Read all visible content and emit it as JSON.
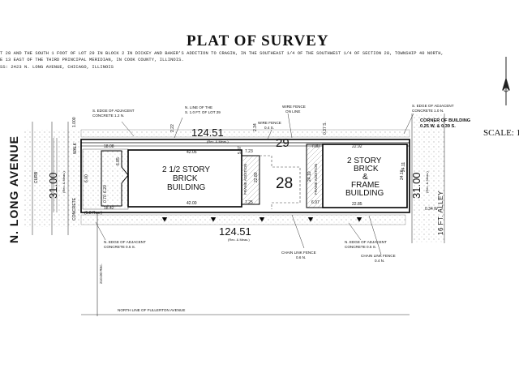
{
  "header": {
    "title": "PLAT OF SURVEY",
    "legal_line1": "T 28 AND THE SOUTH 1 FOOT OF LOT 29 IN BLOCK 2 IN DICKEY AND BAKER'S ADDITION TO CRAGIN, IN THE SOUTHEAST 1/4 OF THE SOUTHWEST 1/4 OF SECTION 28, TOWNSHIP 40 NORTH,",
    "legal_line2": "E 13 EAST OF THE THIRD PRINCIPAL MERIDIAN, IN COOK COUNTY, ILLINOIS.",
    "address_line": "SS: 2423 N. LONG AVENUE, CHICAGO, ILLINOIS"
  },
  "scale_label": "SCALE: 1'",
  "street": {
    "name": "N. LONG AVENUE",
    "curb": "CURB",
    "walk": "WALK",
    "concrete": "CONCRETE"
  },
  "alley": "16 FT. ALLEY",
  "dims": {
    "top_length": "124.51",
    "top_length_note": "(Rec. & Meas.)",
    "bottom_length": "124.51",
    "bottom_length_note": "(Rec. & Meas.)",
    "left_width": "31.00",
    "left_width_note": "(Rec. & Meas.)",
    "right_width": "31.00",
    "right_width_note": "(Rec. & Meas.)",
    "left_offset": "6.00",
    "right_offset": "24.10"
  },
  "lots": {
    "lot29": "29",
    "lot28": "28"
  },
  "callouts": {
    "n_edge_adj_12n": [
      "S. EDGE OF ADJACENT",
      "CONCRETE 1.2 N."
    ],
    "n_line_lot29": [
      "N. LINE OF THE",
      "S. 1.0 FT. OF LOT 29"
    ],
    "wire_fence_line": [
      "WIRE FENCE",
      "ON LINE"
    ],
    "wire_fence_04s": [
      "WIRE FENCE",
      "0.4 S."
    ],
    "edge_adj_10n": [
      "S. EDGE OF ADJACENT",
      "CONCRETE 1.0 N."
    ],
    "corner_bldg": [
      "CORNER OF BUILDING",
      "0.25 W. & 0.39 S."
    ],
    "n_edge_adj_05s": [
      "N. EDGE OF ADJACENT",
      "CONCRETE 0.5 S."
    ],
    "chain_fence_06n": [
      "CHAIN LINK FENCE",
      "0.6 N."
    ],
    "n_edge_adj_05s_right": [
      "N. EDGE OF ADJACENT",
      "CONCRETE 0.5 S."
    ],
    "chain_fence_04n": [
      "CHAIN LINK FENCE",
      "0.4 N."
    ],
    "fullerton": "NORTH LINE OF FULLERTON AVENUE",
    "south_dist": "210.00 Rec.",
    "measures": [
      "2.22",
      "2.34",
      "0.37 S.",
      "0.34 W.",
      "1.000",
      "(1.8 Rec.)"
    ]
  },
  "building1": {
    "label": [
      "2 1/2 STORY",
      "BRICK",
      "BUILDING"
    ],
    "dims": [
      "42.05",
      "42.00",
      "18.08",
      "18.42",
      "6.85",
      "6.20",
      "0.70",
      "5.87",
      "7.23",
      "7.25",
      "22.80"
    ],
    "addition": "FRAME ADDITION"
  },
  "building2": {
    "label": [
      "2 STORY",
      "BRICK",
      "&",
      "FRAME",
      "BUILDING"
    ],
    "dims": [
      "7.00",
      "22.92",
      "22.85",
      "6.97",
      "24.10",
      "24.11"
    ],
    "addition": "FRAME ADDITION"
  }
}
